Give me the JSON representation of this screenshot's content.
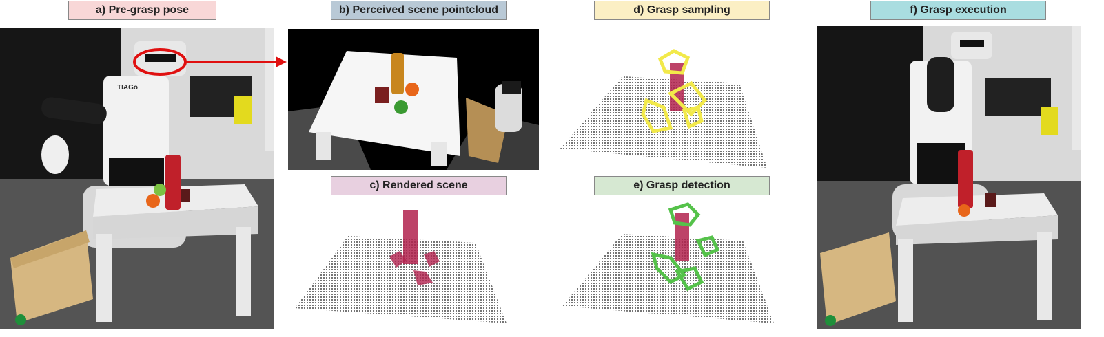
{
  "figure": {
    "panels": {
      "a": {
        "label": "a) Pre-grasp pose",
        "color": "#f8d7d7"
      },
      "b": {
        "label": "b) Perceived scene pointcloud",
        "color": "#b9c9d6"
      },
      "c": {
        "label": "c) Rendered scene",
        "color": "#e8d0e0"
      },
      "d": {
        "label": "d) Grasp sampling",
        "color": "#fbefc4"
      },
      "e": {
        "label": "e) Grasp detection",
        "color": "#d6e8d2"
      },
      "f": {
        "label": "f) Grasp execution",
        "color": "#a9dde0"
      }
    },
    "robot_head_text": "TIAGo",
    "accent_arrow_color": "#e01010",
    "grasp_sample_color": "#f2e94a",
    "grasp_detect_color": "#55c24a",
    "object_color": "#b2224d"
  }
}
